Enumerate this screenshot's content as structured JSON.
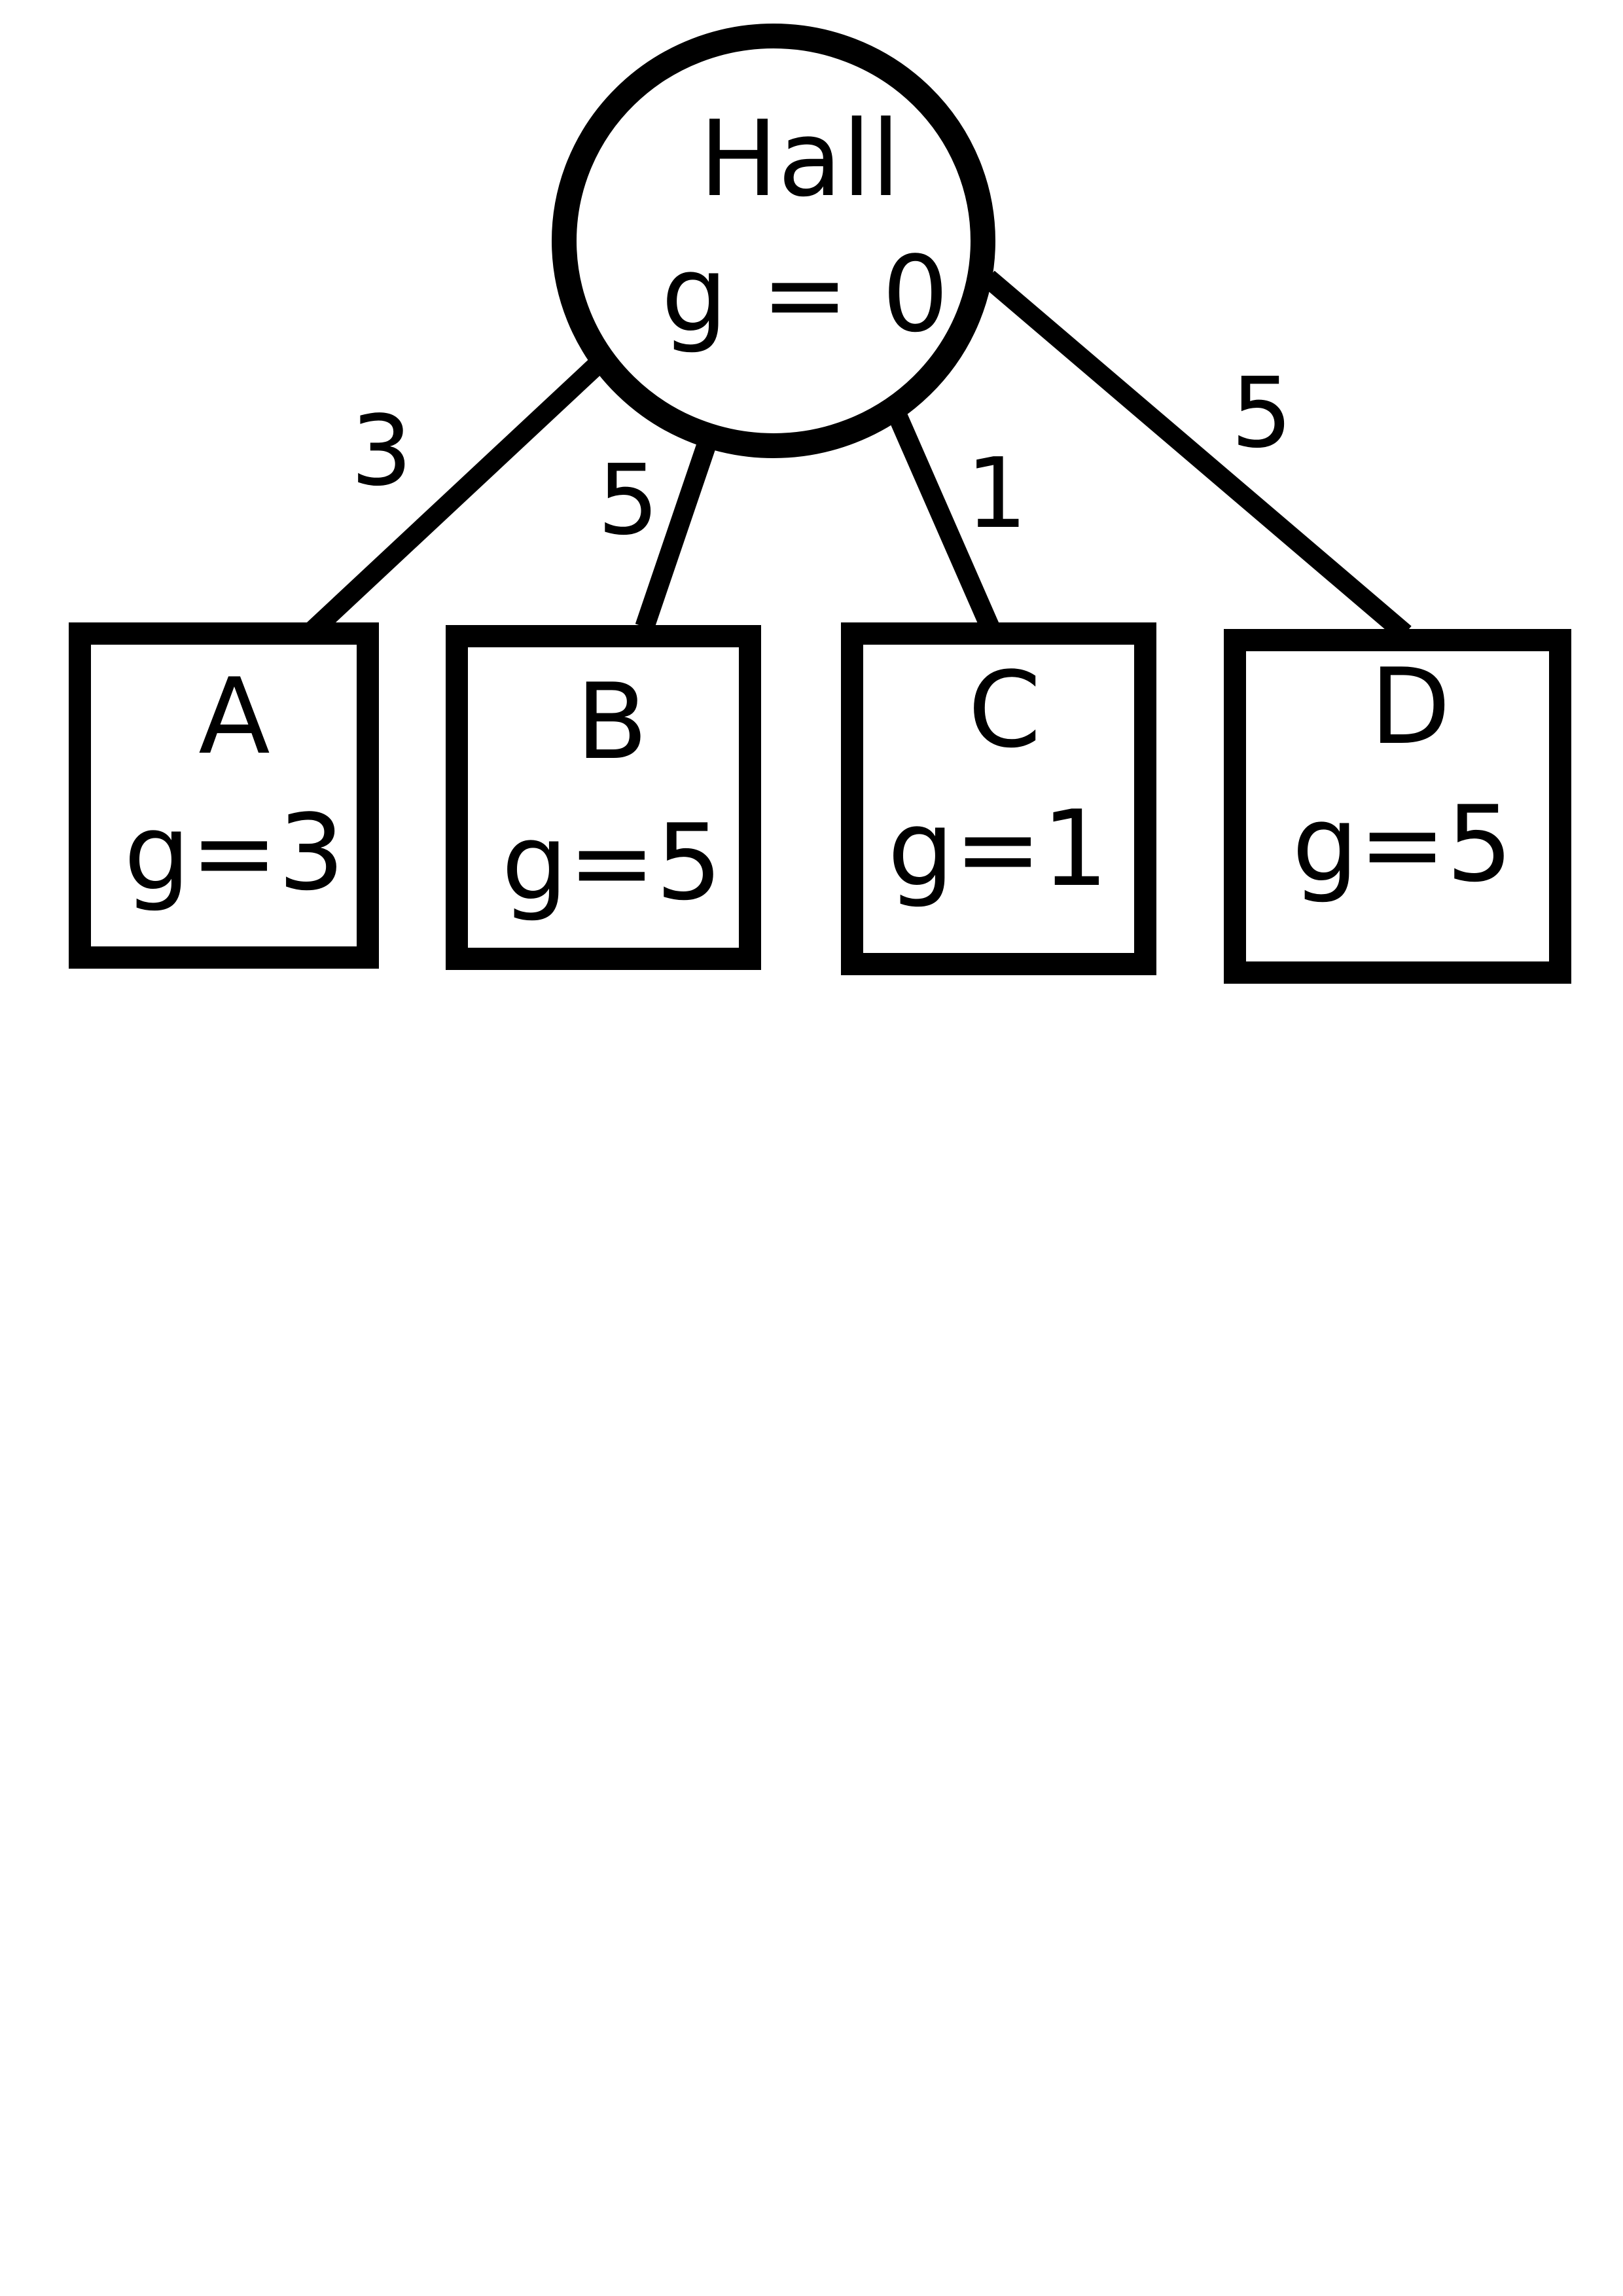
{
  "root": {
    "name": "Hall",
    "g": "g = 0"
  },
  "children": [
    {
      "name": "A",
      "g": "g=3",
      "edge_cost": "3"
    },
    {
      "name": "B",
      "g": "g=5",
      "edge_cost": "5"
    },
    {
      "name": "C",
      "g": "g=1",
      "edge_cost": "1"
    },
    {
      "name": "D",
      "g": "g=5",
      "edge_cost": "5"
    }
  ],
  "colors": {
    "stroke": "#000000",
    "background": "#ffffff"
  }
}
